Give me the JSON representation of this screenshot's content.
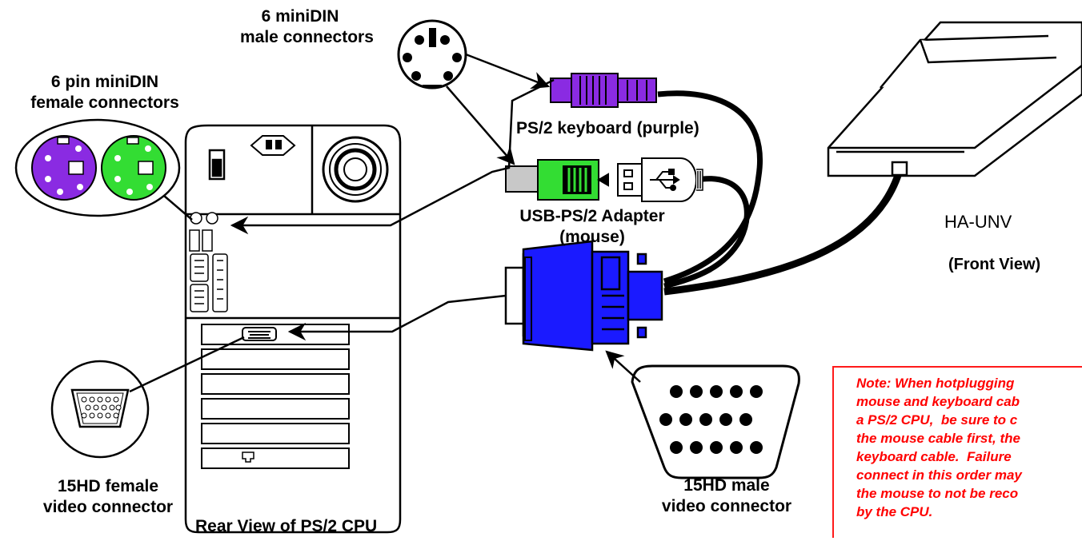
{
  "labels": {
    "male_din_line1": "6 miniDIN",
    "male_din_line2": "male connectors",
    "female_din_line1": "6 pin miniDIN",
    "female_din_line2": "female connectors",
    "ps2_keyboard": "PS/2 keyboard (purple)",
    "usb_adapter_line1": "USB-PS/2 Adapter",
    "usb_adapter_line2": "(mouse)",
    "device_name": "HA-UNV",
    "device_view": "(Front View)",
    "hd15_female_line1": "15HD female",
    "hd15_female_line2": "video connector",
    "hd15_male_line1": "15HD male",
    "hd15_male_line2": "video connector",
    "rear_view": "Rear View of PS/2 CPU"
  },
  "note": {
    "lines": [
      "Note: When hotplugging",
      "mouse and keyboard cab",
      "a PS/2 CPU,  be sure to c",
      "the mouse cable first, the",
      "keyboard cable.  Failure",
      "connect in this order may",
      "the mouse to not be reco",
      "by the CPU."
    ]
  },
  "colors": {
    "keyboard_connector": "#8a2be2",
    "mouse_connector": "#33dd33",
    "video_connector": "#1a1aff",
    "note_text": "#ff0000"
  },
  "icons": [
    "usb-icon",
    "power-socket-icon",
    "network-port-icon",
    "fan-icon"
  ]
}
